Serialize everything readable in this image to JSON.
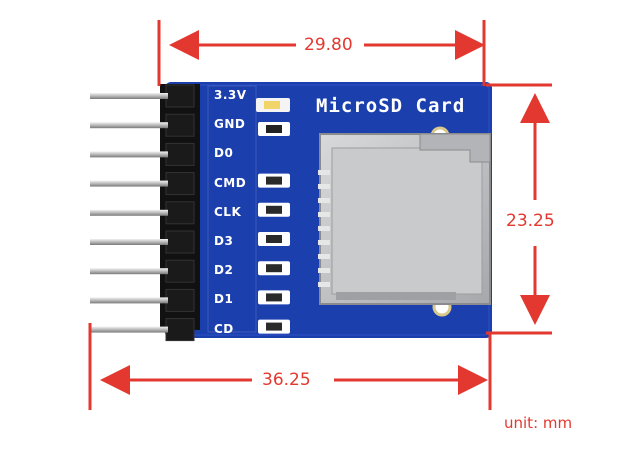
{
  "board": {
    "title": "MicroSD Card",
    "pins": [
      "3.3V",
      "GND",
      "D0",
      "CMD",
      "CLK",
      "D3",
      "D2",
      "D1",
      "CD"
    ]
  },
  "dimensions": {
    "top_width": "29.80",
    "right_height": "23.25",
    "bottom_width": "36.25",
    "unit": "unit: mm"
  },
  "colors": {
    "pcb": "#1c3fae",
    "dimension": "#e2382f",
    "pin_metal": "#c8c8c8",
    "header_plastic": "#111111",
    "sd_socket": "#bfc0c2"
  }
}
